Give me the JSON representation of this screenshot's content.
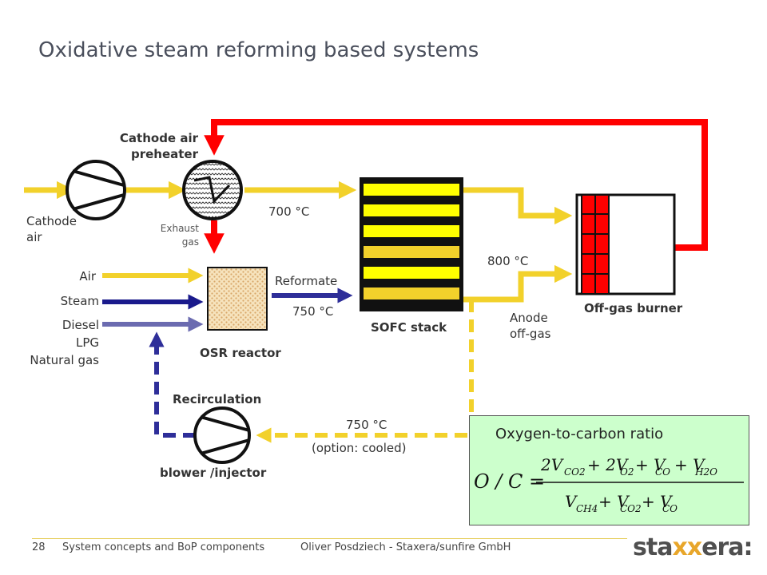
{
  "slide": {
    "title": "Oxidative steam reforming based systems",
    "page_number": "28",
    "footer_left": "System concepts and BoP components",
    "footer_center": "Oliver Posdziech - Staxera/sunfire GmbH",
    "logo": {
      "part1": "sta",
      "part2": "xx",
      "part3": "era",
      "suffix": ":"
    }
  },
  "labels": {
    "cathode_air_preheater_1": "Cathode air",
    "cathode_air_preheater_2": "preheater",
    "cathode_air_1": "Cathode",
    "cathode_air_2": "air",
    "exhaust_gas_1": "Exhaust",
    "exhaust_gas_2": "gas",
    "temp_700": "700 °C",
    "air": "Air",
    "steam": "Steam",
    "diesel": "Diesel",
    "lpg": "LPG",
    "natural_gas": "Natural gas",
    "reformate": "Reformate",
    "temp_750_reformate": "750 °C",
    "osr_reactor": "OSR reactor",
    "sofc_stack": "SOFC stack",
    "temp_800": "800 °C",
    "anode_offgas_1": "Anode",
    "anode_offgas_2": "off-gas",
    "offgas_burner": "Off-gas burner",
    "recirculation": "Recirculation",
    "blower_injector": "blower /injector",
    "temp_750_recirc": "750 °C",
    "option_cooled": "(option: cooled)"
  },
  "formula": {
    "heading": "Oxygen-to-carbon ratio",
    "lhs": "O / C =",
    "numerator": [
      "2V",
      "CO2",
      "+ 2V",
      "O2",
      "+ V",
      "CO",
      "+ V",
      "H2O"
    ],
    "denominator": [
      "V",
      "CH4",
      "+ V",
      "CO2",
      "+ V",
      "CO"
    ]
  },
  "colors": {
    "yellow_flow": "#f2d12b",
    "red_flow": "#ff0000",
    "steam_flow": "#1a1a8c",
    "fuel_flow": "#6b6bb0",
    "recirc_flow": "#2e2e99",
    "formula_bg": "#ccffcc"
  }
}
